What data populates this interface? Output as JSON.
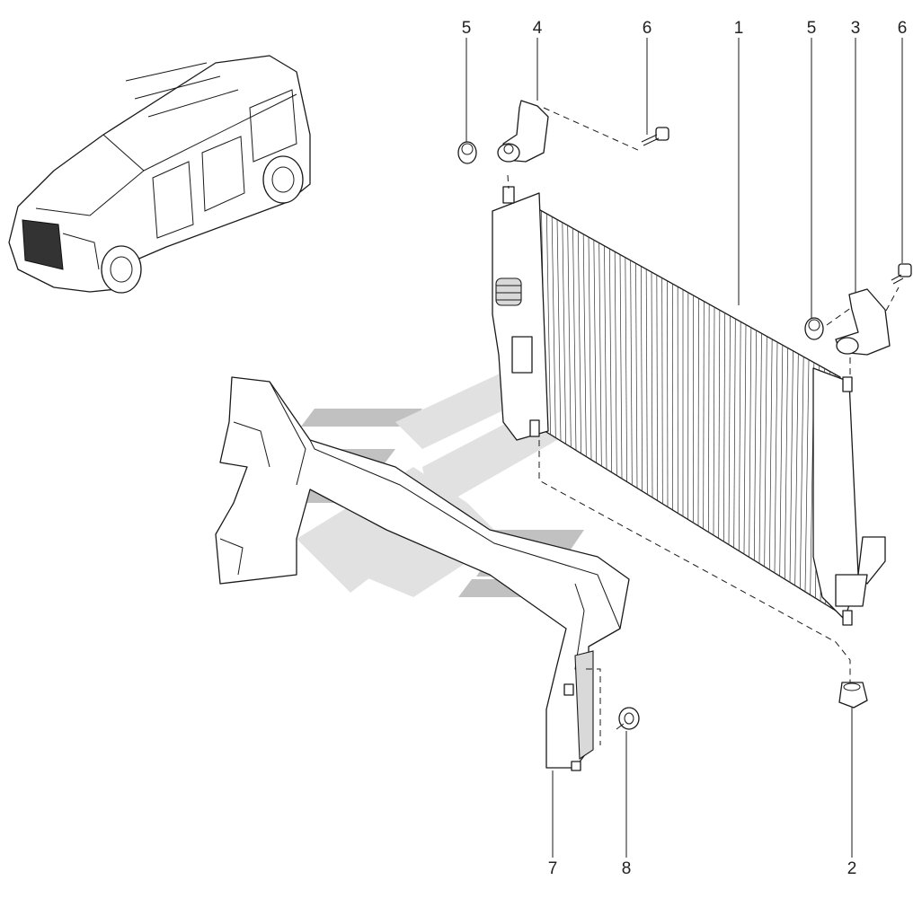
{
  "diagram": {
    "callouts": [
      {
        "id": "c5a",
        "label": "5"
      },
      {
        "id": "c4",
        "label": "4"
      },
      {
        "id": "c6a",
        "label": "6"
      },
      {
        "id": "c1",
        "label": "1"
      },
      {
        "id": "c5b",
        "label": "5"
      },
      {
        "id": "c3",
        "label": "3"
      },
      {
        "id": "c6b",
        "label": "6"
      },
      {
        "id": "c7",
        "label": "7"
      },
      {
        "id": "c8",
        "label": "8"
      },
      {
        "id": "c2",
        "label": "2"
      }
    ],
    "watermark_colors": {
      "dark": "#8f8f8f",
      "light": "#c9c9c9"
    },
    "background": "#ffffff"
  }
}
